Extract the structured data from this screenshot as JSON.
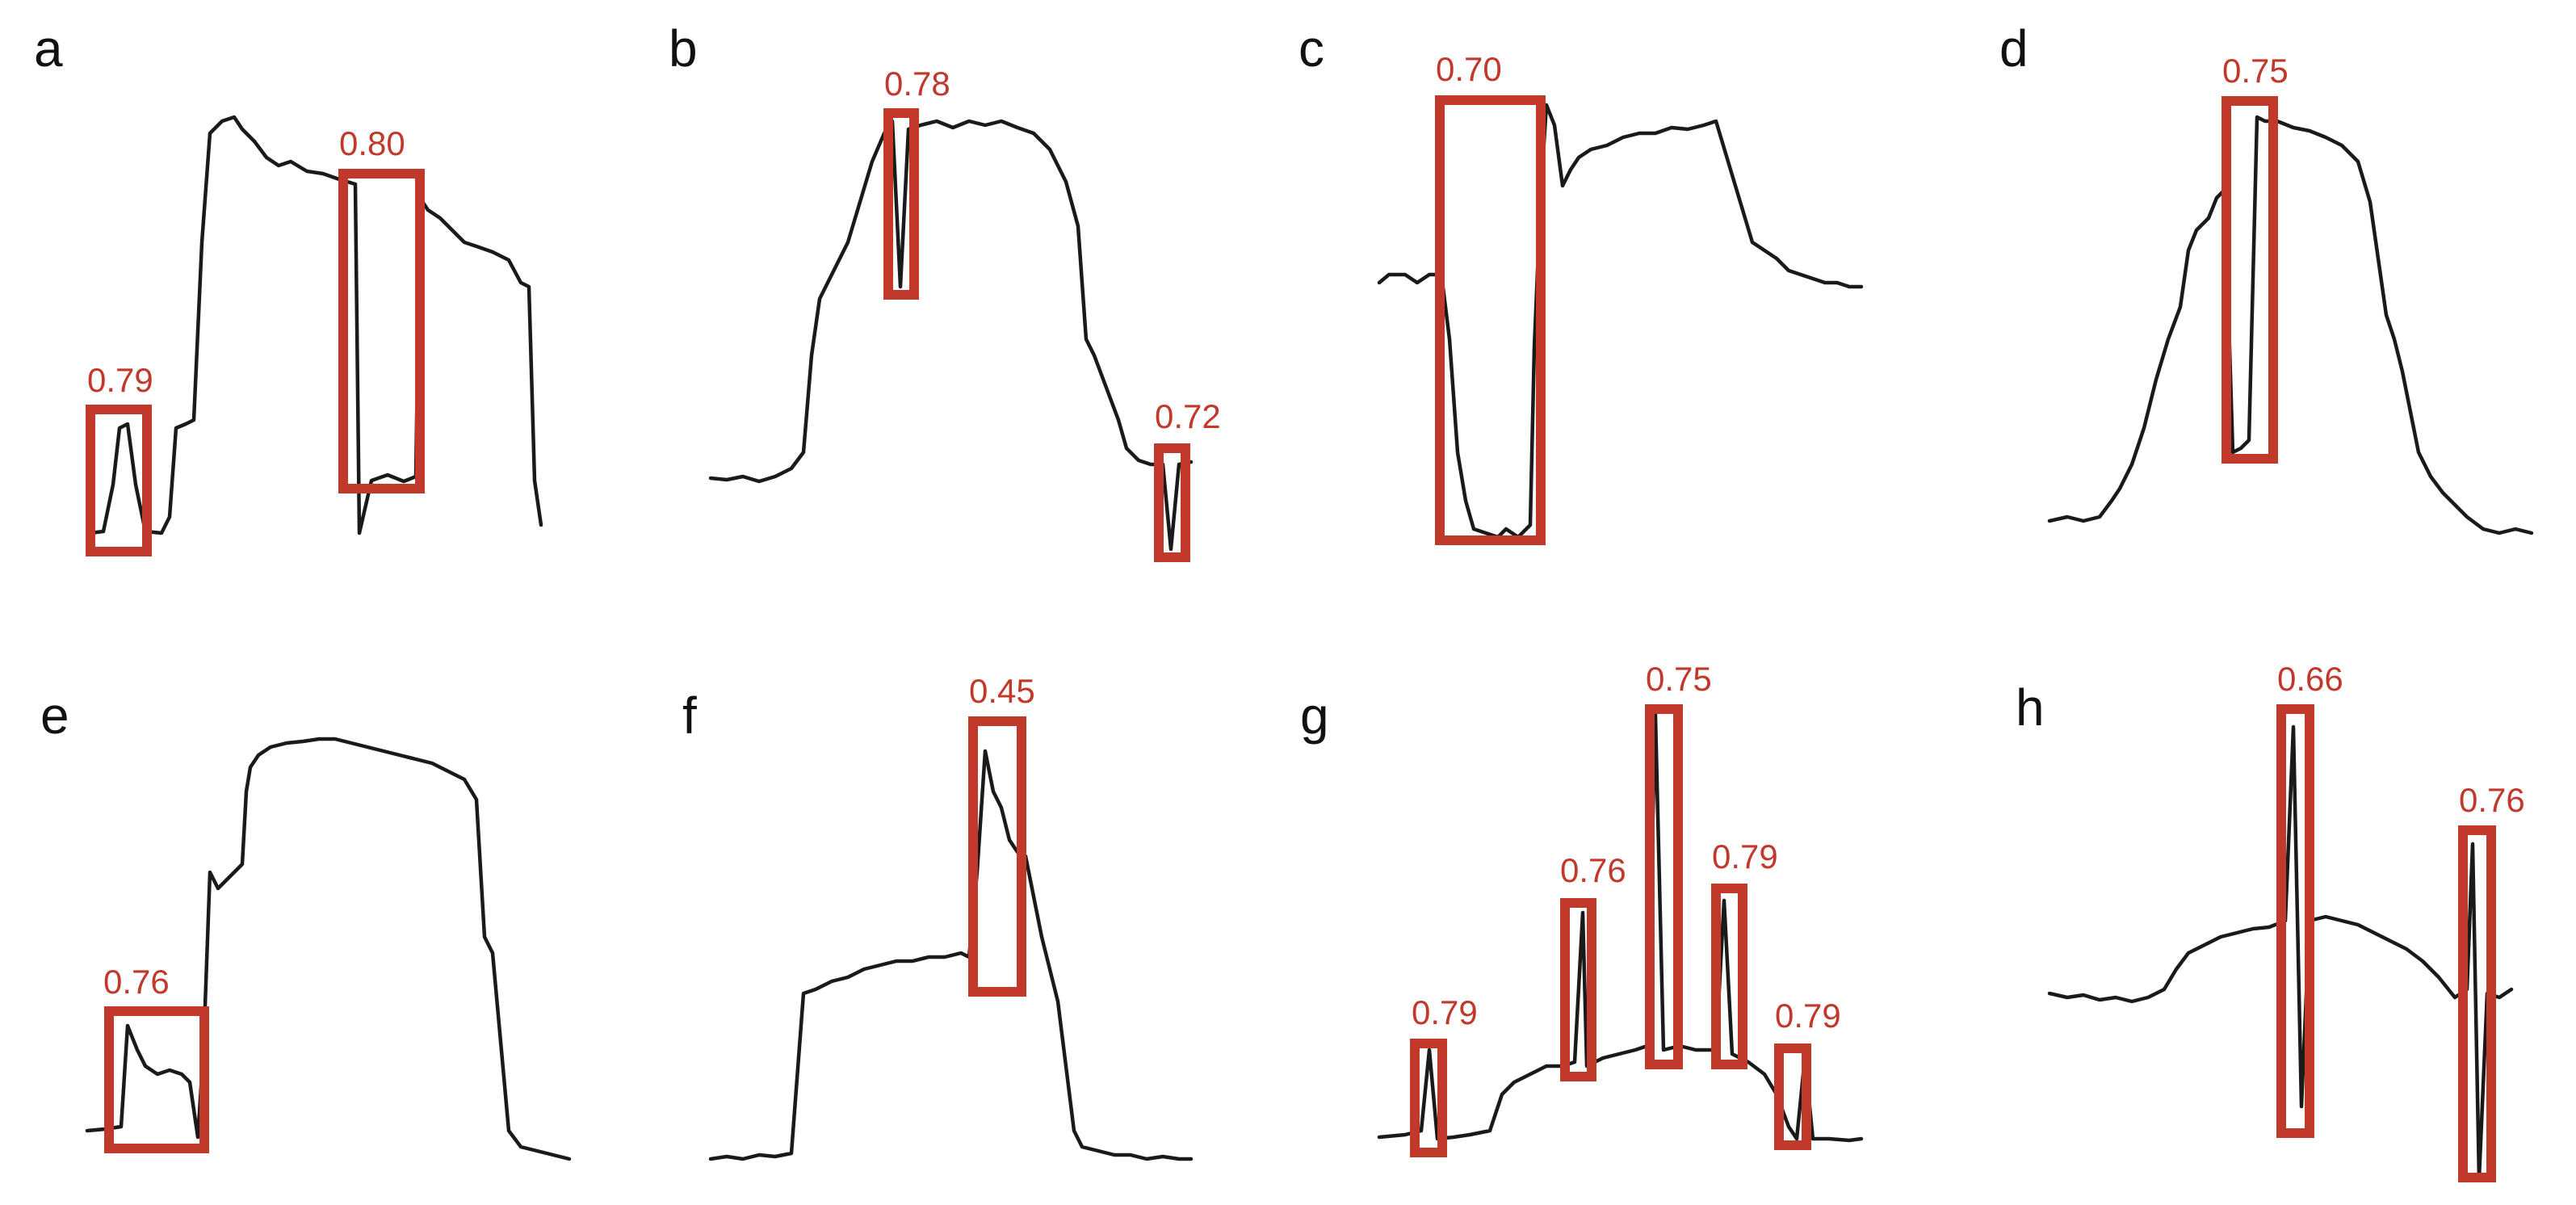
{
  "colors": {
    "box": "#c0392b",
    "trace": "#1a1a1a"
  },
  "panels": [
    {
      "letter": "a",
      "scores": [
        "0.79",
        "0.80"
      ]
    },
    {
      "letter": "b",
      "scores": [
        "0.78",
        "0.72"
      ]
    },
    {
      "letter": "c",
      "scores": [
        "0.70"
      ]
    },
    {
      "letter": "d",
      "scores": [
        "0.75"
      ]
    },
    {
      "letter": "e",
      "scores": [
        "0.76"
      ]
    },
    {
      "letter": "f",
      "scores": [
        "0.45"
      ]
    },
    {
      "letter": "g",
      "scores": [
        "0.79",
        "0.76",
        "0.75",
        "0.79",
        "0.79"
      ]
    },
    {
      "letter": "h",
      "scores": [
        "0.66",
        "0.76"
      ]
    }
  ]
}
